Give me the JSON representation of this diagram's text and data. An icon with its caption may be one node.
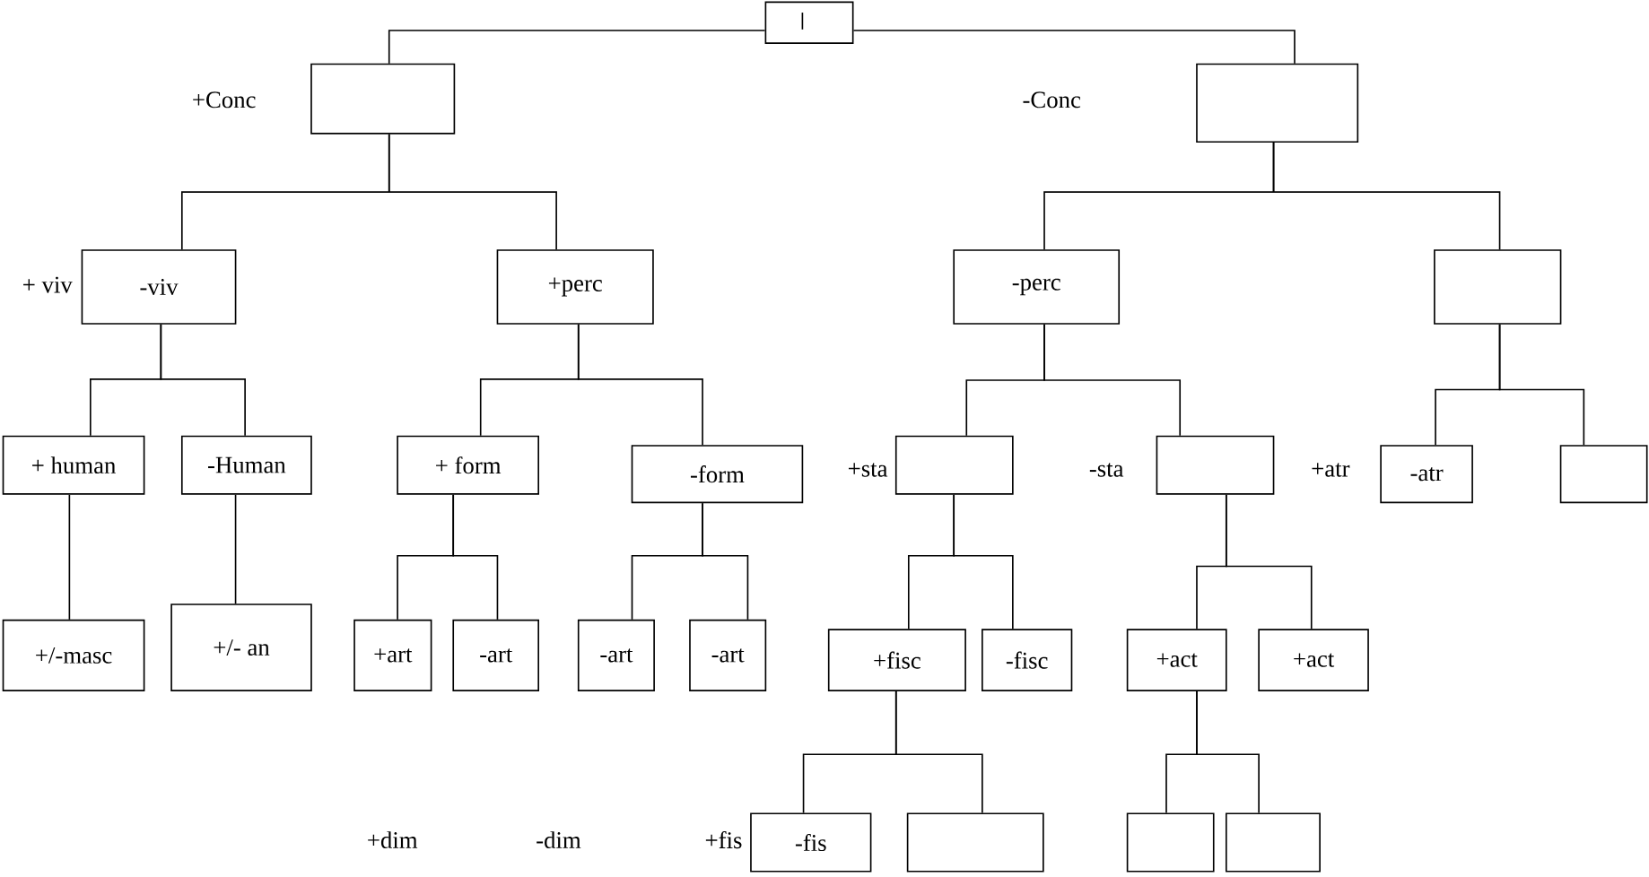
{
  "diagram": {
    "nodes": [
      {
        "text": [],
        "shape": "box"
      },
      {
        "text": [],
        "shape": "box"
      },
      {
        "text": [],
        "shape": "box"
      },
      {
        "text": [
          "-viv"
        ]
      },
      {
        "text": [
          "+perc"
        ]
      },
      {
        "text": [
          "-perc"
        ]
      },
      {
        "text": [],
        "shape": "box"
      },
      {
        "text": [
          "+ human"
        ]
      },
      {
        "text": [
          "-Human"
        ]
      },
      {
        "text": [
          "+ form"
        ]
      },
      {
        "text": [
          "-form"
        ]
      },
      {
        "text": [],
        "shape": "box"
      },
      {
        "text": [],
        "shape": "box"
      },
      {
        "text": [
          "-atr"
        ]
      },
      {
        "text": [],
        "shape": "box"
      },
      {
        "text": [
          "+/-masc"
        ]
      },
      {
        "text": [
          "+/- an"
        ]
      },
      {
        "text": [
          "+art"
        ]
      },
      {
        "text": [
          "-art"
        ]
      },
      {
        "text": [
          "-art"
        ]
      },
      {
        "text": [
          "-art"
        ]
      },
      {
        "text": [
          "+fisc"
        ]
      },
      {
        "text": [
          "-fisc"
        ]
      },
      {
        "text": [
          "+act"
        ]
      },
      {
        "text": [
          "+act"
        ]
      },
      {
        "text": [
          "-fis"
        ]
      },
      {
        "text": [],
        "shape": "box"
      },
      {
        "text": [],
        "shape": "box"
      },
      {
        "text": [],
        "shape": "box"
      }
    ],
    "edges": [
      {
        "from": 0,
        "to": 1,
        "arrow": "none"
      },
      {
        "from": 0,
        "to": 2,
        "arrow": "none"
      },
      {
        "from": 1,
        "to": 3,
        "arrow": "none"
      },
      {
        "from": 1,
        "to": 4,
        "arrow": "none"
      },
      {
        "from": 2,
        "to": 5,
        "arrow": "none"
      },
      {
        "from": 2,
        "to": 6,
        "arrow": "none"
      },
      {
        "from": 3,
        "to": 7,
        "arrow": "none"
      },
      {
        "from": 3,
        "to": 8,
        "arrow": "none"
      },
      {
        "from": 4,
        "to": 9,
        "arrow": "none"
      },
      {
        "from": 4,
        "to": 10,
        "arrow": "none"
      },
      {
        "from": 5,
        "to": 11,
        "arrow": "none"
      },
      {
        "from": 5,
        "to": 12,
        "arrow": "none"
      },
      {
        "from": 6,
        "to": 13,
        "arrow": "none"
      },
      {
        "from": 6,
        "to": 14,
        "arrow": "none"
      },
      {
        "from": 7,
        "to": 15,
        "arrow": "none"
      },
      {
        "from": 8,
        "to": 16,
        "arrow": "none"
      },
      {
        "from": 9,
        "to": 17,
        "arrow": "none"
      },
      {
        "from": 9,
        "to": 18,
        "arrow": "none"
      },
      {
        "from": 10,
        "to": 19,
        "arrow": "none"
      },
      {
        "from": 10,
        "to": 20,
        "arrow": "none"
      },
      {
        "from": 11,
        "to": 21,
        "arrow": "none"
      },
      {
        "from": 11,
        "to": 22,
        "arrow": "none"
      },
      {
        "from": 12,
        "to": 23,
        "arrow": "none"
      },
      {
        "from": 12,
        "to": 24,
        "arrow": "none"
      },
      {
        "from": 21,
        "to": 25,
        "arrow": "none"
      },
      {
        "from": 21,
        "to": 26,
        "arrow": "none"
      },
      {
        "from": 23,
        "to": 27,
        "arrow": "none"
      },
      {
        "from": 23,
        "to": 28,
        "arrow": "none"
      }
    ],
    "labels": [
      "+Conc",
      "-Conc",
      "+ viv",
      "+sta",
      "-sta",
      "+atr",
      "+dim",
      "-dim",
      "+fis"
    ]
  }
}
